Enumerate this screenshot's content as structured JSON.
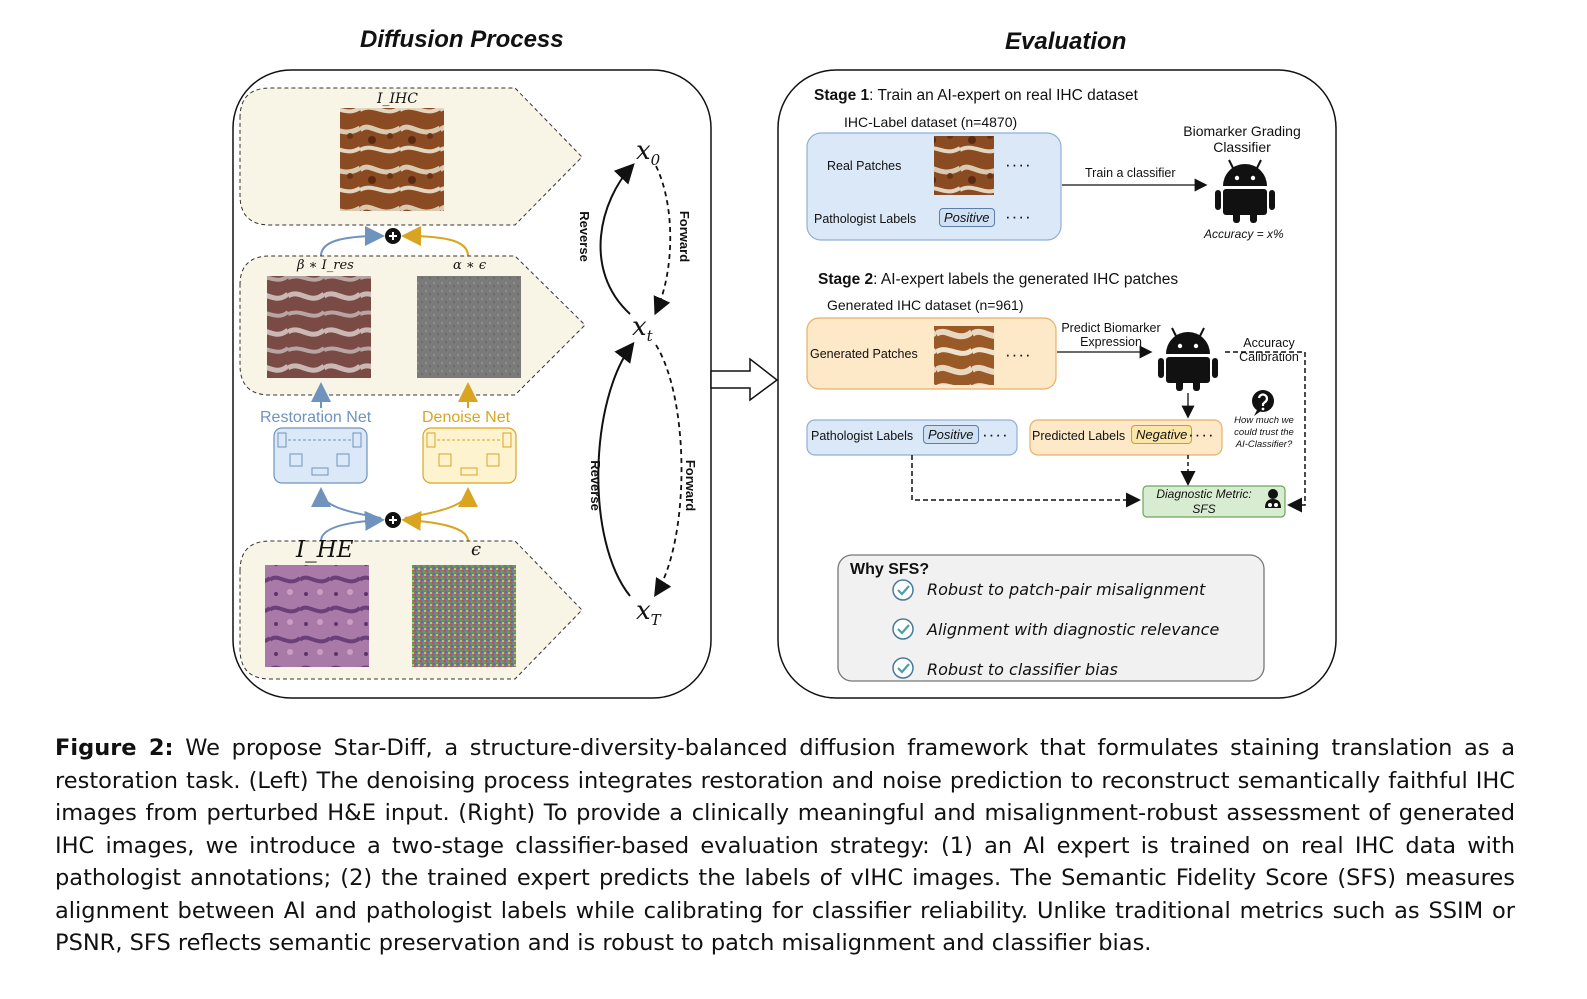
{
  "left_panel": {
    "title": "Diffusion Process",
    "label_ihc": "I_IHC",
    "label_beta": "β ∗ I_res",
    "label_alpha": "α ∗ ϵ",
    "restoration_net": "Restoration  Net",
    "denoise_net": "Denoise Net",
    "label_ihe": "I_HE",
    "label_eps": "ϵ",
    "x0": "x",
    "x0_sub": "0",
    "xt": "x",
    "xt_sub": "t",
    "xT": "x",
    "xT_sub": "T",
    "reverse_top": "Reverse",
    "forward_top": "Forward",
    "reverse_bottom": "Reverse",
    "forward_bottom": "Forward"
  },
  "right_panel": {
    "title": "Evaluation",
    "stage1_bold": "Stage 1",
    "stage1_text": ": Train an AI-expert on real IHC dataset",
    "ihc_label_dataset": "IHC-Label dataset (n=4870)",
    "real_patches": "Real Patches",
    "pathologist_labels_1": "Pathologist Labels",
    "positive_1": "Positive",
    "dots": "····",
    "train_classifier": "Train a classifier",
    "biomarker_line1": "Biomarker Grading",
    "biomarker_line2": "Classifier",
    "accuracy": "Accuracy = x%",
    "stage2_bold": "Stage 2",
    "stage2_text": ": AI-expert labels the generated IHC patches",
    "generated_dataset": "Generated IHC dataset (n=961)",
    "generated_patches": "Generated Patches",
    "predict_line1": "Predict Biomarker",
    "predict_line2": "Expression",
    "accuracy_cal_line1": "Accuracy",
    "accuracy_cal_line2": "Calibration",
    "pathologist_labels_2": "Pathologist Labels",
    "positive_2": "Positive",
    "predicted_labels": "Predicted Labels",
    "negative": "Negative",
    "trust_line1": "How much we",
    "trust_line2": "could trust the",
    "trust_line3": "AI-Classifier?",
    "metric_line1": "Diagnostic Metric:",
    "metric_line2": "SFS",
    "why_title": "Why SFS?",
    "why_items": [
      "Robust to patch-pair misalignment",
      "Alignment with diagnostic relevance",
      "Robust to classifier bias"
    ]
  },
  "caption": {
    "label": "Figure 2:",
    "text": " We propose Star-Diff, a structure-diversity-balanced diffusion framework that formulates staining translation as a restoration task. (Left) The denoising process integrates restoration and noise prediction to reconstruct semantically faithful IHC images from perturbed H&E input. (Right) To provide a clinically meaningful and misalignment-robust assessment of generated IHC images, we introduce a two-stage classifier-based evaluation strategy: (1) an AI expert is trained on real IHC data with pathologist annotations; (2) the trained expert predicts the labels of vIHC images. The Semantic Fidelity Score (SFS) measures alignment between AI and pathologist labels while calibrating for classifier reliability. Unlike traditional metrics such as SSIM or PSNR, SFS reflects semantic preservation and is robust to patch misalignment and classifier bias."
  },
  "colors": {
    "blue": "#6f93bd",
    "gold": "#d9a520",
    "cream": "#f8f4e6",
    "blue_fill": "#dbe8f7",
    "orange_fill": "#fde8c8",
    "green_fill": "#d8ecd2"
  }
}
